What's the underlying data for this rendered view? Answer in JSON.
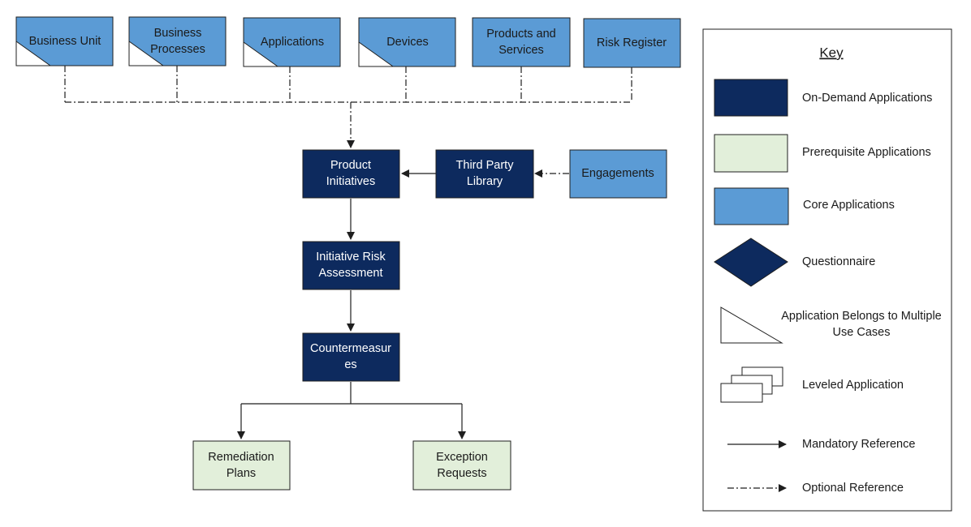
{
  "colors": {
    "on_demand": "#0d2a5e",
    "prerequisite": "#e2efda",
    "core": "#5b9bd5",
    "questionnaire": "#0d2a5e",
    "stroke": "#1f1f1f"
  },
  "nodes": {
    "business_unit": [
      "Business Unit"
    ],
    "business_processes": [
      "Business",
      "Processes"
    ],
    "applications": [
      "Applications"
    ],
    "devices": [
      "Devices"
    ],
    "products_services": [
      "Products and",
      "Services"
    ],
    "risk_register": [
      "Risk Register"
    ],
    "product_initiatives": [
      "Product",
      "Initiatives"
    ],
    "third_party_library": [
      "Third Party",
      "Library"
    ],
    "engagements": [
      "Engagements"
    ],
    "initiative_risk_assessment": [
      "Initiative Risk",
      "Assessment"
    ],
    "countermeasures": [
      "Countermeasur",
      "es"
    ],
    "remediation_plans": [
      "Remediation",
      "Plans"
    ],
    "exception_requests": [
      "Exception",
      "Requests"
    ]
  },
  "key": {
    "title": "Key",
    "on_demand": "On-Demand Applications",
    "prerequisite": "Prerequisite Applications",
    "core": "Core Applications",
    "questionnaire": "Questionnaire",
    "multiple_use_cases": [
      "Application Belongs to Multiple",
      "Use Cases"
    ],
    "leveled": "Leveled Application",
    "mandatory": "Mandatory Reference",
    "optional": "Optional Reference"
  }
}
